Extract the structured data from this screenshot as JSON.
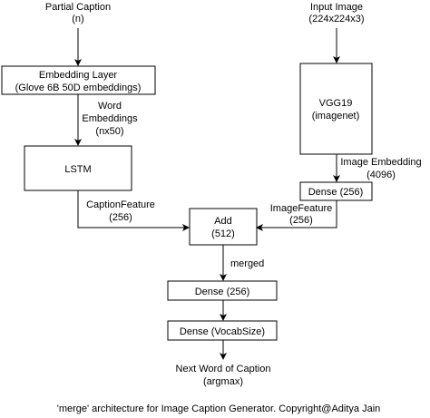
{
  "inputs": {
    "partial_caption": {
      "title": "Partial Caption",
      "shape": "(n)"
    },
    "input_image": {
      "title": "Input Image",
      "shape": "(224x224x3)"
    }
  },
  "nodes": {
    "embedding": {
      "line1": "Embedding Layer",
      "line2": "(Glove 6B 50D embeddings)"
    },
    "vgg19": {
      "line1": "VGG19",
      "line2": "(imagenet)"
    },
    "lstm": {
      "label": "LSTM"
    },
    "dense_image": {
      "label": "Dense (256)"
    },
    "add": {
      "line1": "Add",
      "line2": "(512)"
    },
    "dense_merged": {
      "label": "Dense (256)"
    },
    "dense_vocab": {
      "label": "Dense (VocabSize)"
    }
  },
  "edge_labels": {
    "word_embeddings": {
      "line1": "Word",
      "line2": "Embeddings",
      "line3": "(nx50)"
    },
    "image_embedding": {
      "line1": "Image Embedding",
      "line2": "(4096)"
    },
    "caption_feature": {
      "line1": "CaptionFeature",
      "line2": "(256)"
    },
    "image_feature": {
      "line1": "ImageFeature",
      "line2": "(256)"
    },
    "merged": "merged"
  },
  "output": {
    "line1": "Next Word of Caption",
    "line2": "(argmax)"
  },
  "footer": "'merge' architecture for Image Caption Generator. Copyright@Aditya Jain"
}
